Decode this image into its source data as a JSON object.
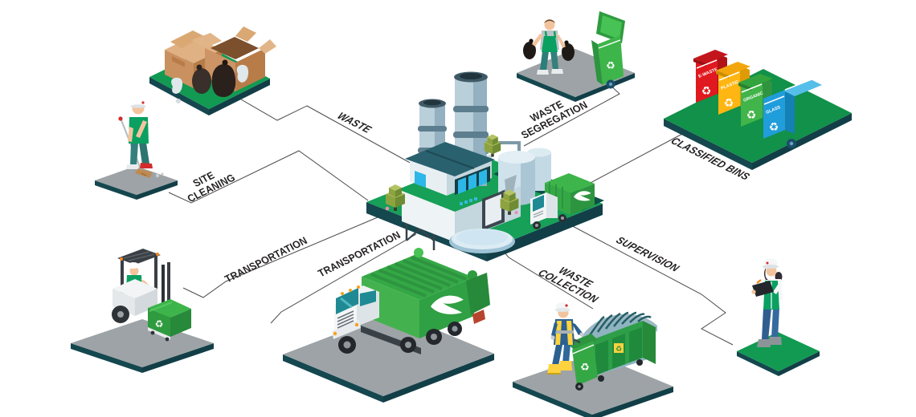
{
  "diagram": {
    "description": "Isometric waste management process diagram",
    "background": "#ffffff",
    "line_color": "#4c4c4e",
    "label_color": "#232020",
    "icons": {
      "recycle": "♻"
    },
    "labels": {
      "waste": "WASTE",
      "site_cleaning": "SITE\nCLEANING",
      "waste_segregation": "WASTE\nSEGREGATION",
      "classified_bins": "CLASSIFIED BINS",
      "transportation_a": "TRANSPORTATION",
      "transportation_b": "TRANSPORTATION",
      "waste_collection": "WASTE\nCOLLECTION",
      "supervision": "SUPERVISION"
    },
    "classified_bins": {
      "bins": [
        {
          "name": "E-WASTE",
          "color": "#e0181f"
        },
        {
          "name": "PLASTIC",
          "color": "#ffb612"
        },
        {
          "name": "ORGANIC",
          "color": "#41b44a"
        },
        {
          "name": "GLASS",
          "color": "#209ddb"
        }
      ]
    },
    "colors": {
      "platform_green": "#129a52",
      "platform_green_dark": "#0c7f44",
      "platform_gray": "#9da3a6",
      "platform_edge_teal": "#15474f",
      "brand_green": "#3db54a",
      "vest_green": "#0aa061",
      "safety_yellow": "#ffd23f",
      "steel_blue": "#b9cfda"
    },
    "nodes": [
      {
        "id": "waste-pile",
        "icon": "waste-pile-icon",
        "label_ref": "waste"
      },
      {
        "id": "site-cleaning",
        "icon": "sweeper-worker-icon",
        "label_ref": "site_cleaning"
      },
      {
        "id": "recycling-facility",
        "icon": "recycling-plant-icon",
        "label_ref": ""
      },
      {
        "id": "waste-segregation",
        "icon": "worker-carrying-bags-icon",
        "label_ref": "waste_segregation"
      },
      {
        "id": "classified-bins",
        "icon": "classified-bins-icon",
        "label_ref": "classified_bins"
      },
      {
        "id": "transport-forklift",
        "icon": "forklift-icon",
        "label_ref": "transportation_a"
      },
      {
        "id": "transport-truck",
        "icon": "garbage-truck-icon",
        "label_ref": "transportation_b"
      },
      {
        "id": "waste-collection",
        "icon": "dumpster-worker-icon",
        "label_ref": "waste_collection"
      },
      {
        "id": "supervision",
        "icon": "supervisor-icon",
        "label_ref": "supervision"
      }
    ]
  }
}
